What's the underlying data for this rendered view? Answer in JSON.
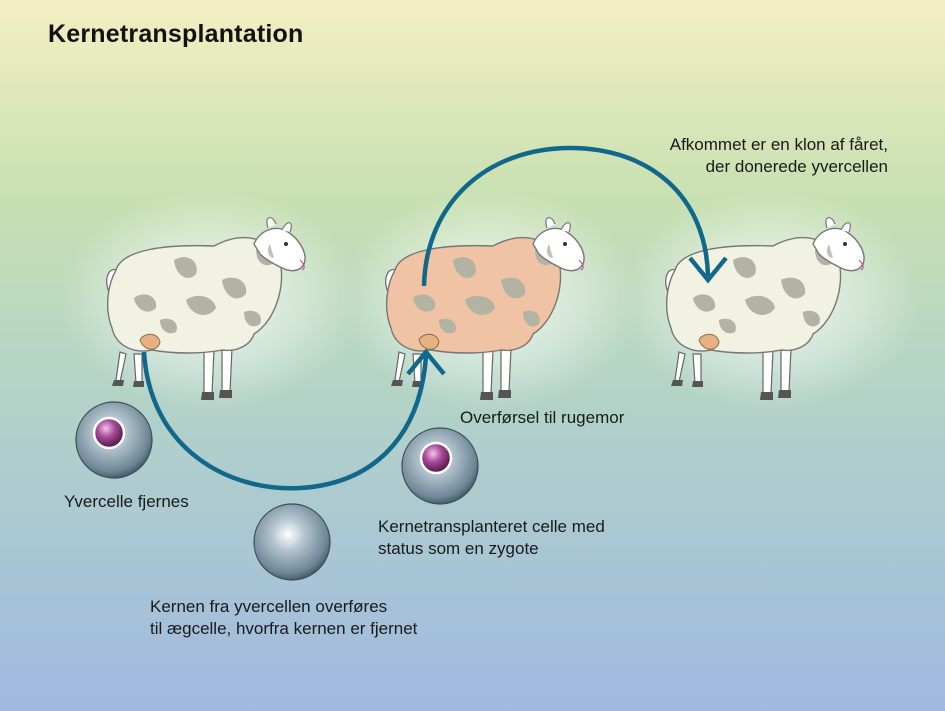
{
  "title": "Kernetransplantation",
  "labels": {
    "offspring": [
      "Afkommet er en klon af fåret,",
      "der donerede yvercellen"
    ],
    "udder_cell": "Yvercelle fjernes",
    "surrogate": "Overførsel til rugemor",
    "zygote": [
      "Kernetransplanteret celle med",
      "status som en zygote"
    ],
    "transfer": [
      "Kernen fra yvercellen overføres",
      "til ægcelle, hvorfra kernen er fjernet"
    ]
  },
  "colors": {
    "arrow": "#12688a",
    "donor_fleece": "#f2f2e2",
    "surrogate_fleece": "#efc3a4",
    "offspring_fleece": "#f2f2e2",
    "patch": "#b3b3a3",
    "nucleus": "#9b3e8c"
  }
}
